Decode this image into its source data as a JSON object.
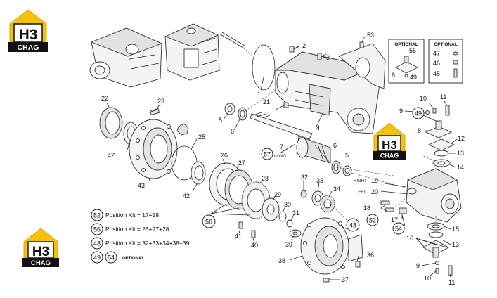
{
  "logos": [
    {
      "letters": "H3",
      "caption": "CHAG"
    },
    {
      "letters": "H3",
      "caption": "CHAG"
    },
    {
      "letters": "H3",
      "caption": "CHAG"
    }
  ],
  "optional_boxes": [
    {
      "title": "OPTIONAL",
      "labels": [
        "55",
        "8",
        "49"
      ]
    },
    {
      "title": "OPTIONAL",
      "labels": [
        "47",
        "46",
        "45"
      ]
    }
  ],
  "callouts": {
    "c1": "1",
    "c2": "2",
    "c3": "3",
    "c4": "4",
    "c5": "5",
    "c6": "6",
    "c7": "7",
    "c8": "8",
    "c9": "9",
    "c10": "10",
    "c11": "11",
    "c12": "12",
    "c13": "13",
    "c14": "14",
    "c15": "15",
    "c16": "16",
    "c13b": "13",
    "c9b": "9",
    "c10b": "10",
    "c11b": "11",
    "c17": "17",
    "c18": "18",
    "c19": "19",
    "c20": "20",
    "c21": "21",
    "c22": "22",
    "c23": "23",
    "c25": "25",
    "c26": "26",
    "c27": "27",
    "c28": "28",
    "c29": "29",
    "c30": "30",
    "c31": "31",
    "c32": "32",
    "c33": "33",
    "c34": "34",
    "c36": "36",
    "c37": "37",
    "c38": "38",
    "c39": "39",
    "c40": "40",
    "c41": "41",
    "c42a": "42",
    "c42b": "42",
    "c43": "43",
    "c53": "53",
    "c5b": "5",
    "c6b": "6"
  },
  "circled": {
    "c49": "49",
    "c57": "57",
    "c56": "56",
    "c48": "48",
    "c52": "52",
    "c54": "54"
  },
  "annotations": {
    "long": "LONG",
    "right": "RIGHT",
    "left": "LEFT"
  },
  "kits": [
    {
      "num": "52",
      "text": "Position Kit = 17+18"
    },
    {
      "num": "56",
      "text": "Position Kit = 26+27+28"
    },
    {
      "num": "48",
      "text": "Position Kit = 32+33+34+38+39"
    }
  ],
  "optional_legend": {
    "a": "49",
    "b": "54",
    "text": "OPTIONAL"
  }
}
